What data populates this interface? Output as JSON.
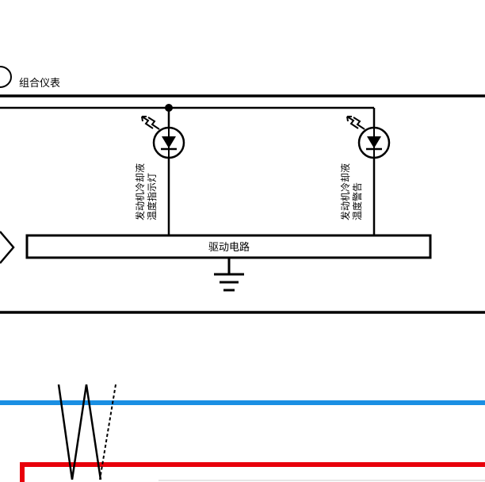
{
  "meter": {
    "label": "组合仪表"
  },
  "driver": {
    "label": "驱动电路"
  },
  "lamps": [
    {
      "line1": "发动机冷却液",
      "line2": "温度指示灯"
    },
    {
      "line1": "发动机冷却液",
      "line2": "温度警告"
    }
  ],
  "colors": {
    "wire_black": "#000000",
    "wire_blue": "#1a8fe3",
    "wire_red": "#e8000b",
    "background": "#ffffff"
  }
}
